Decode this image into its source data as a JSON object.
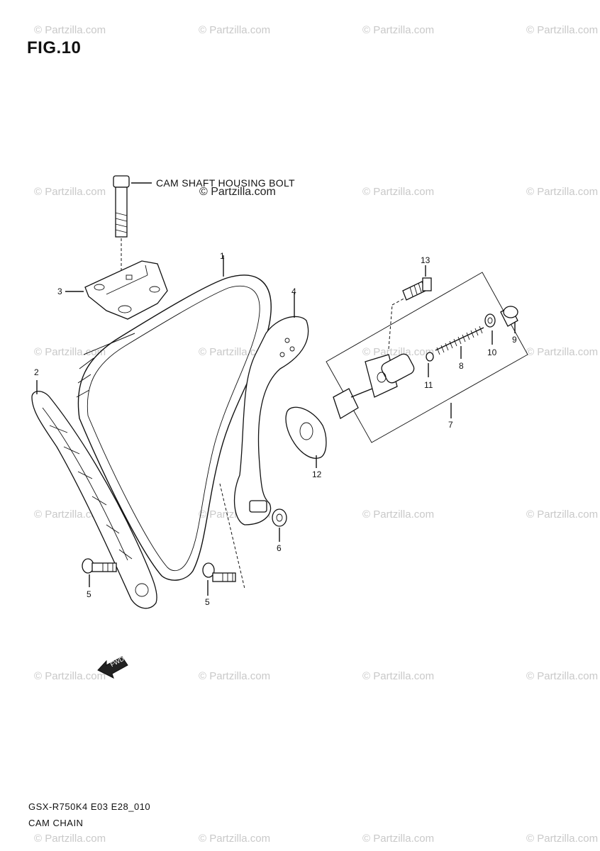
{
  "figure": {
    "title": "FIG.10",
    "bolt_note": "CAM SHAFT HOUSING BOLT",
    "model_code": "GSX-R750K4 E03 E28_010",
    "section_name": "CAM CHAIN"
  },
  "watermark": {
    "text": "© Partzilla.com",
    "center_text": "© Partzilla.com"
  },
  "callouts": [
    "1",
    "2",
    "3",
    "4",
    "5",
    "5",
    "6",
    "7",
    "8",
    "9",
    "10",
    "11",
    "12",
    "13"
  ],
  "arrow": {
    "label": "FWD"
  }
}
